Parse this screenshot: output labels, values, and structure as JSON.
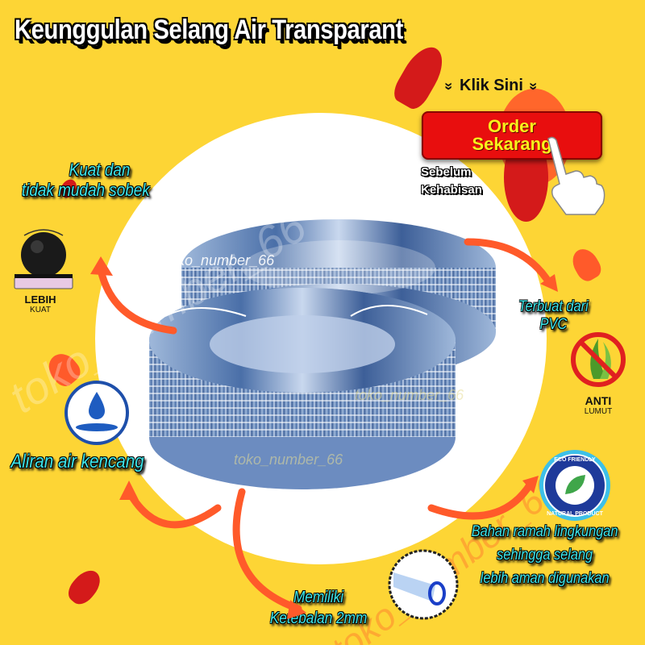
{
  "title": "Keunggulan Selang  Air Transparant",
  "cta": {
    "klik_label": "Klik Sini",
    "order_line1": "Order",
    "order_line2": "Sekarang",
    "note_line1": "Sebelum",
    "note_line2": "Kehabisan",
    "chevron_icon": "double-chevron-down"
  },
  "features": [
    {
      "id": "strong",
      "line1": "Kuat dan",
      "line2": "tidak mudah sobek",
      "badge_title": "LEBIH",
      "badge_sub": "KUAT",
      "icon": "ball-on-plate-icon"
    },
    {
      "id": "flow",
      "line1": "Aliran air kencang",
      "icon": "water-drop-icon"
    },
    {
      "id": "pvc",
      "line1": "Terbuat dari",
      "line2": "PVC",
      "badge_title": "ANTI",
      "badge_sub": "LUMUT",
      "icon": "no-moss-icon"
    },
    {
      "id": "eco",
      "line1": "Bahan ramah lingkungan",
      "line2": "sehingga selang",
      "line3": "lebih aman digunakan",
      "badge_top": "ECO FRIENDLY",
      "badge_bottom": "NATURAL PRODUCT",
      "icon": "eco-seal-icon"
    },
    {
      "id": "thickness",
      "line1": "Memiliki",
      "line2": "Ketebalan 2mm",
      "icon": "hose-cross-section-icon"
    }
  ],
  "watermark": "toko_number_66",
  "colors": {
    "background": "#FDD535",
    "cyan_text": "#3EE6EA",
    "order_red": "#E80E0E",
    "order_text": "#F7F21C",
    "arrow": "#FF5A2A",
    "blob_red": "#D41A1A"
  }
}
